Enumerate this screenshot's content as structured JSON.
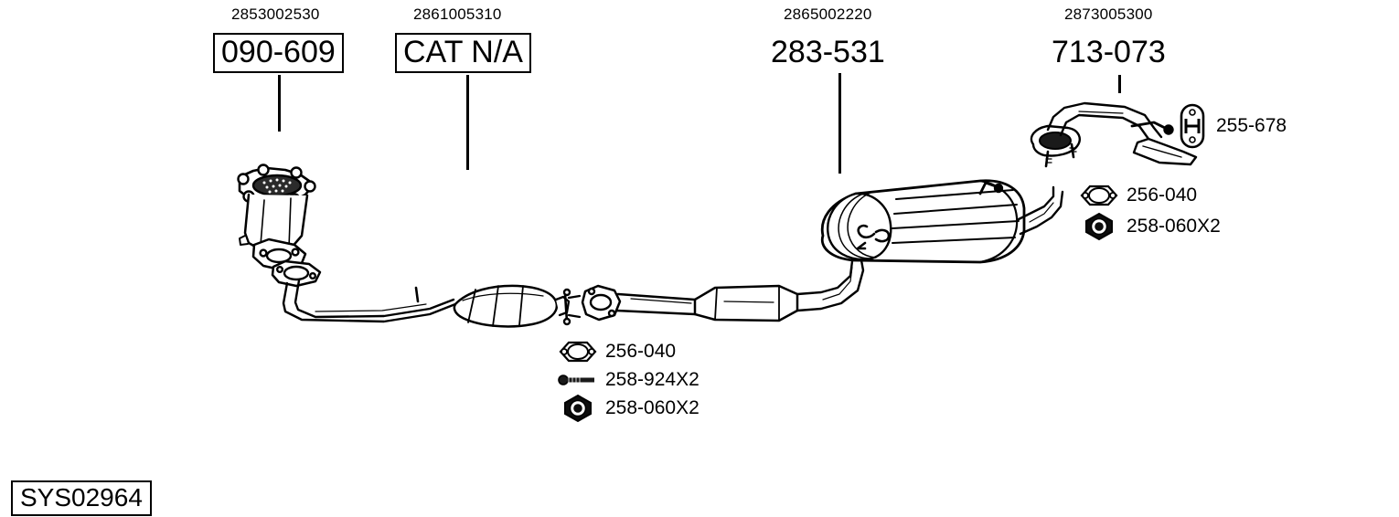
{
  "diagram": {
    "system_code": "SYS02964",
    "components": [
      {
        "oem_number": "2853002530",
        "ref_code": "090-609",
        "boxed": true,
        "name": "exhaust-manifold-catalytic-converter"
      },
      {
        "oem_number": "2861005310",
        "ref_code": "CAT N/A",
        "boxed": true,
        "name": "catalytic-converter"
      },
      {
        "oem_number": "2865002220",
        "ref_code": "283-531",
        "boxed": false,
        "name": "centre-silencer"
      },
      {
        "oem_number": "2873005300",
        "ref_code": "713-073",
        "boxed": false,
        "name": "rear-silencer"
      }
    ],
    "hardware_centre": [
      {
        "icon": "gasket-icon",
        "label": "256-040"
      },
      {
        "icon": "bolt-icon",
        "label": "258-924X2"
      },
      {
        "icon": "nut-icon",
        "label": "258-060X2"
      }
    ],
    "hardware_right": [
      {
        "icon": "rubber-hanger-icon",
        "label": "255-678"
      },
      {
        "icon": "gasket-icon",
        "label": "256-040"
      },
      {
        "icon": "nut-icon",
        "label": "258-060X2"
      }
    ]
  }
}
